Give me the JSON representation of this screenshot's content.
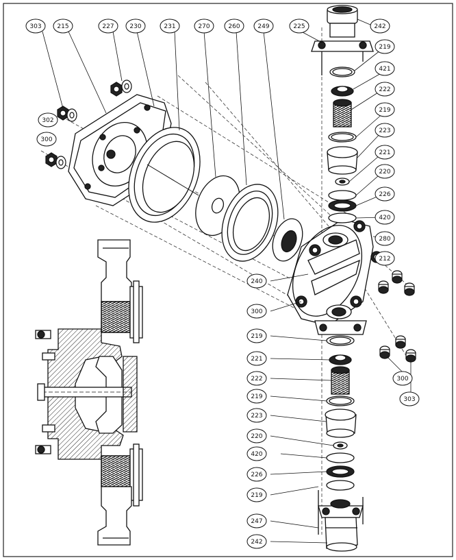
{
  "diagram": {
    "callouts": [
      {
        "id": "c1",
        "text": "303"
      },
      {
        "id": "c2",
        "text": "215"
      },
      {
        "id": "c3",
        "text": "227"
      },
      {
        "id": "c4",
        "text": "230"
      },
      {
        "id": "c5",
        "text": "231"
      },
      {
        "id": "c6",
        "text": "270"
      },
      {
        "id": "c7",
        "text": "260"
      },
      {
        "id": "c8",
        "text": "249"
      },
      {
        "id": "c9",
        "text": "225"
      },
      {
        "id": "c10",
        "text": "302"
      },
      {
        "id": "c11",
        "text": "300"
      },
      {
        "id": "c12",
        "text": "242"
      },
      {
        "id": "c13",
        "text": "219"
      },
      {
        "id": "c14",
        "text": "421"
      },
      {
        "id": "c15",
        "text": "222"
      },
      {
        "id": "c16",
        "text": "219"
      },
      {
        "id": "c17",
        "text": "223"
      },
      {
        "id": "c18",
        "text": "221"
      },
      {
        "id": "c19",
        "text": "220"
      },
      {
        "id": "c20",
        "text": "226"
      },
      {
        "id": "c21",
        "text": "420"
      },
      {
        "id": "c22",
        "text": "280"
      },
      {
        "id": "c23",
        "text": "212"
      },
      {
        "id": "c24",
        "text": "240"
      },
      {
        "id": "c25",
        "text": "300"
      },
      {
        "id": "c26",
        "text": "219"
      },
      {
        "id": "c27",
        "text": "221"
      },
      {
        "id": "c28",
        "text": "222"
      },
      {
        "id": "c29",
        "text": "219"
      },
      {
        "id": "c30",
        "text": "223"
      },
      {
        "id": "c31",
        "text": "220"
      },
      {
        "id": "c32",
        "text": "420"
      },
      {
        "id": "c33",
        "text": "226"
      },
      {
        "id": "c34",
        "text": "219"
      },
      {
        "id": "c35",
        "text": "247"
      },
      {
        "id": "c36",
        "text": "242"
      },
      {
        "id": "c37",
        "text": "300"
      },
      {
        "id": "c38",
        "text": "303"
      }
    ],
    "colors": {
      "line": "#111111",
      "paper": "#ffffff",
      "hatch": "#222222"
    }
  }
}
